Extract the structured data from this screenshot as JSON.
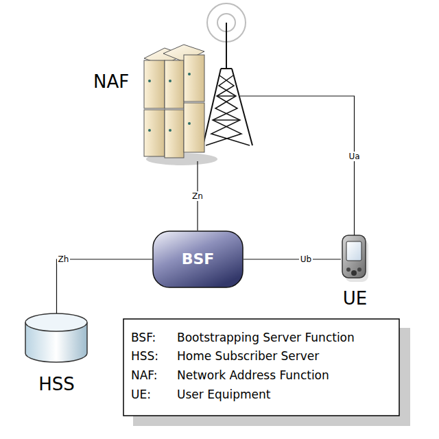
{
  "diagram": {
    "nodes": [
      {
        "text": [
          "NAF"
        ]
      },
      {
        "text": [
          "BSF"
        ]
      },
      {
        "text": [
          "UE"
        ]
      },
      {
        "text": [
          "HSS"
        ]
      }
    ],
    "edges": [
      {
        "from": 0,
        "to": 1,
        "label": "Zn",
        "arrow": "none"
      },
      {
        "from": 1,
        "to": 3,
        "label": "Zh",
        "arrow": "none"
      },
      {
        "from": 1,
        "to": 2,
        "label": "Ub",
        "arrow": "none"
      },
      {
        "from": 0,
        "to": 2,
        "label": "Ua",
        "arrow": "none"
      }
    ],
    "labels": [
      "BSF:",
      "Bootstrapping Server Function",
      "HSS:",
      "Home Subscriber Server",
      "NAF:",
      "Network Address Function",
      "UE:",
      "User Equipment"
    ]
  }
}
